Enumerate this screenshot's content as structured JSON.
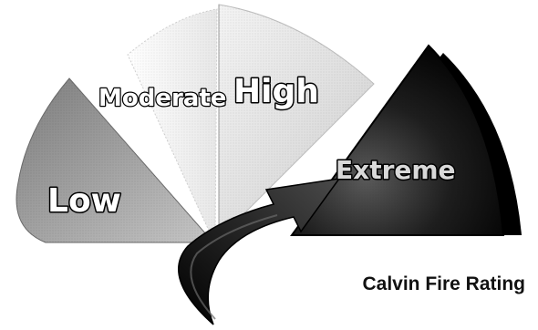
{
  "segments": [
    {
      "key": "low",
      "label": "Low"
    },
    {
      "key": "moderate",
      "label": "Moderate"
    },
    {
      "key": "high",
      "label": "High"
    },
    {
      "key": "extreme",
      "label": "Extreme"
    }
  ],
  "caption": "Calvin Fire Rating",
  "colors": {
    "low": "#9a9a9a",
    "moderate": "#e6e6e6",
    "high": "#dcdcdc",
    "extreme": "#1a1a1a",
    "arrow": "#1a1a1a"
  }
}
